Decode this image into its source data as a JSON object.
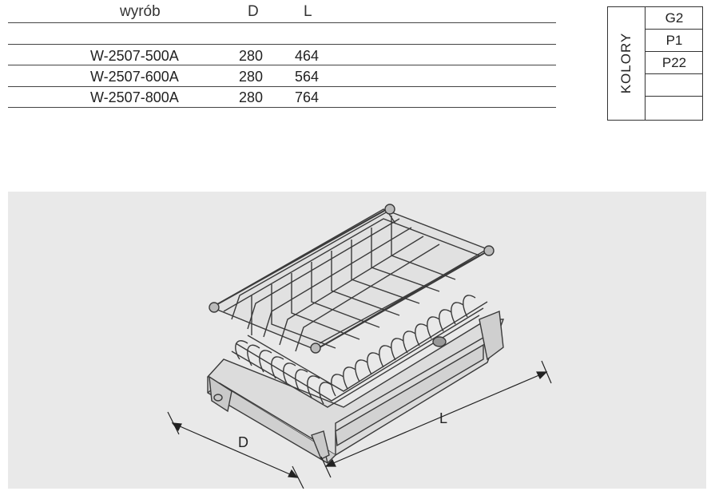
{
  "table": {
    "headers": {
      "product": "wyrób",
      "d": "D",
      "l": "L"
    },
    "rows": [
      {
        "product": "W-2507-500A",
        "d": "280",
        "l": "464"
      },
      {
        "product": "W-2507-600A",
        "d": "280",
        "l": "564"
      },
      {
        "product": "W-2507-800A",
        "d": "280",
        "l": "764"
      }
    ]
  },
  "colors": {
    "label": "KOLORY",
    "options": [
      "G2",
      "P1",
      "P22",
      "",
      ""
    ]
  },
  "drawing": {
    "dim_d_label": "D",
    "dim_l_label": "L"
  }
}
